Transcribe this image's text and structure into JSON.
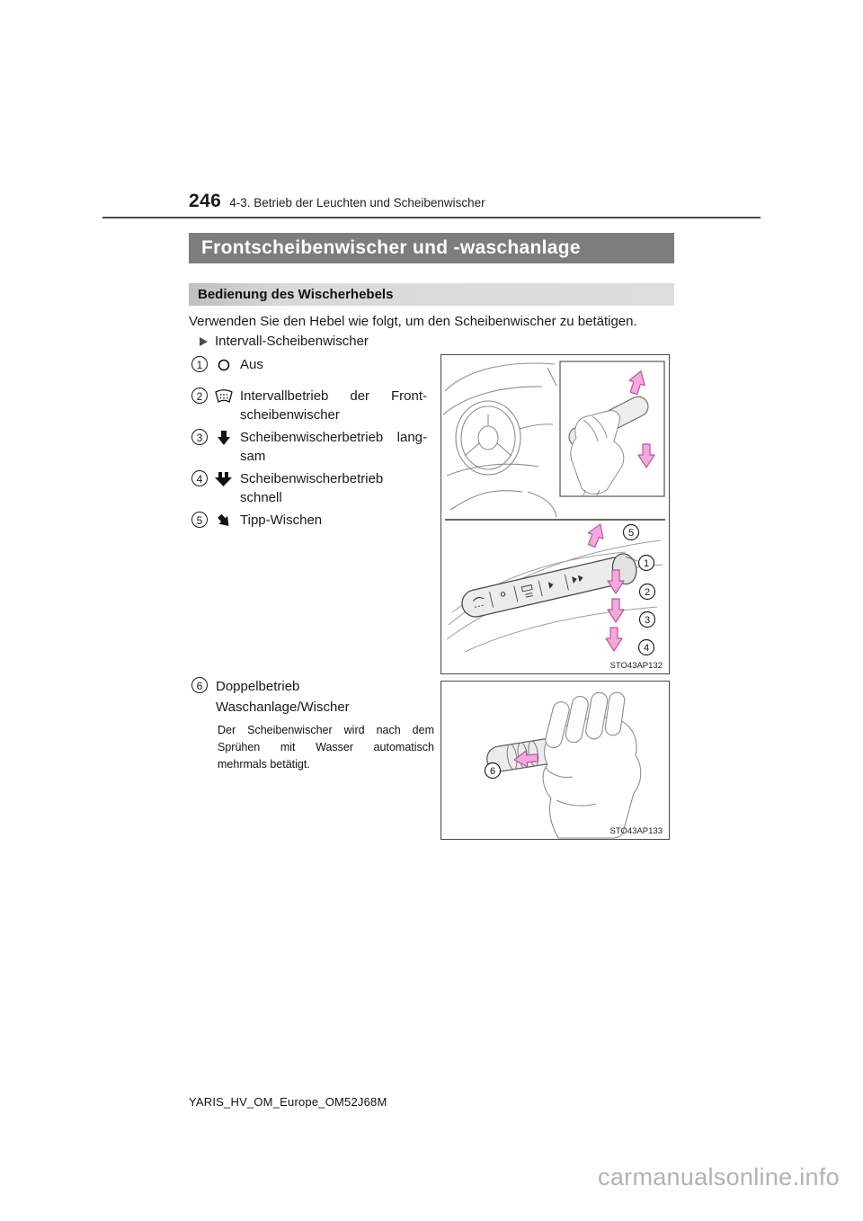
{
  "page": {
    "number": "246",
    "header_title": "4-3. Betrieb der Leuchten und Scheibenwischer",
    "footer": "YARIS_HV_OM_Europe_OM52J68M",
    "watermark": "carmanualsonline.info"
  },
  "title": "Frontscheibenwischer und -waschanlage",
  "section": {
    "heading": "Bedienung des Wischerhebels",
    "intro": "Verwenden Sie den Hebel wie folgt, um den Scheibenwischer zu betätigen.",
    "bullet": "Intervall-Scheibenwischer"
  },
  "items": [
    {
      "num": "1",
      "icon": "wiper-off-icon",
      "text": "Aus"
    },
    {
      "num": "2",
      "icon": "wiper-intermittent-icon",
      "text": "Intervallbetrieb der Front-scheibenwischer"
    },
    {
      "num": "3",
      "icon": "wiper-slow-icon",
      "text": "Scheibenwischerbetrieb lang-sam"
    },
    {
      "num": "4",
      "icon": "wiper-fast-icon",
      "text": "Scheibenwischerbetrieb schnell"
    },
    {
      "num": "5",
      "icon": "wiper-mist-icon",
      "text": "Tipp-Wischen"
    }
  ],
  "item6": {
    "num": "6",
    "title": "Doppelbetrieb Waschanlage/Wischer",
    "note": "Der Scheibenwischer wird nach dem Sprühen mit Wasser automatisch mehrmals betätigt."
  },
  "figures": {
    "fig1": {
      "code": "STO43AP132",
      "callouts": [
        "5",
        "1",
        "2",
        "3",
        "4"
      ]
    },
    "fig2": {
      "code": "STO43AP133",
      "callout": "6"
    }
  },
  "colors": {
    "title_bar": "#7d7d7d",
    "section_bar": "#d9d9d9",
    "callout_pink": "#f4a9db"
  }
}
